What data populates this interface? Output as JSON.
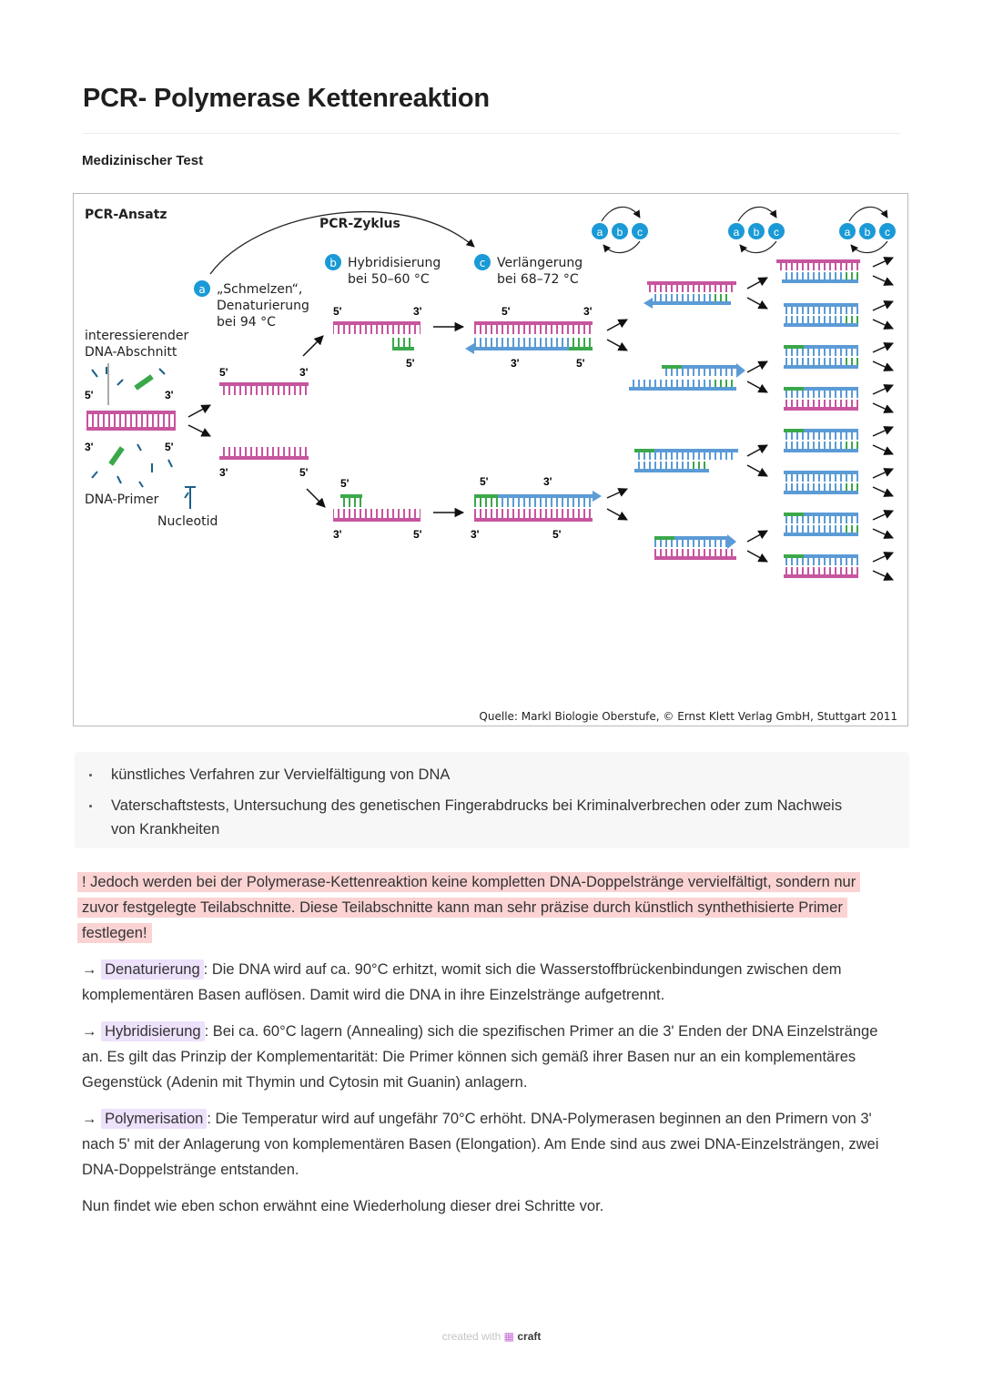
{
  "title": "PCR- Polymerase Kettenreaktion",
  "subtitle": "Medizinischer Test",
  "figure": {
    "ansatz_label": "PCR-Ansatz",
    "zyklus_label": "PCR-Zyklus",
    "interest_line1": "interessierender",
    "interest_line2": "DNA-Abschnitt",
    "primer_label": "DNA-Primer",
    "nucleotid_label": "Nucleotid",
    "step_a_letter": "a",
    "step_a_line1": "„Schmelzen“,",
    "step_a_line2": "Denaturierung",
    "step_a_line3": "bei 94 °C",
    "step_b_letter": "b",
    "step_b_line1": "Hybridisierung",
    "step_b_line2": "bei 50–60 °C",
    "step_c_letter": "c",
    "step_c_line1": "Verlängerung",
    "step_c_line2": "bei 68–72 °C",
    "end5": "5'",
    "end3": "3'",
    "source": "Quelle: Markl Biologie Oberstufe, © Ernst Klett Verlag GmbH, Stuttgart 2011",
    "colors": {
      "template": "#c7559e",
      "primer": "#3aa84a",
      "new_strand": "#5b9bd6",
      "badge": "#1a9ad6"
    }
  },
  "bullets": [
    "künstliches Verfahren zur Vervielfältigung von DNA",
    "Vaterschaftstests, Untersuchung des genetischen Fingerabdrucks bei Kriminalverbrechen oder zum Nachweis von Krankheiten"
  ],
  "warning": "! Jedoch werden bei der Polymerase-Kettenreaktion keine kompletten DNA-Doppelstränge vervielfältigt, sondern nur zuvor festgelegte Teilabschnitte. Diese Teilabschnitte kann man sehr präzise durch künstlich synthethisierte Primer festlegen!",
  "steps": [
    {
      "arrow": "→",
      "term": "Denaturierung",
      "text": ": Die DNA wird auf ca. 90°C erhitzt, womit sich die Wasserstoffbrückenbindungen zwischen dem komplementären Basen auflösen. Damit wird die DNA in ihre Einzelstränge aufgetrennt."
    },
    {
      "arrow": "→",
      "term": "Hybridisierung",
      "text": ": Bei ca. 60°C lagern (Annealing) sich die spezifischen Primer an die 3' Enden der DNA Einzelstränge an. Es gilt das Prinzip der Komplementarität: Die Primer können sich gemäß ihrer Basen nur an ein komplementäres Gegenstück (Adenin mit Thymin und Cytosin mit Guanin) anlagern."
    },
    {
      "arrow": "→",
      "term": "Polymerisation",
      "text": ": Die Temperatur wird auf ungefähr 70°C erhöht. DNA-Polymerasen beginnen an den Primern von 3' nach 5' mit der Anlagerung von komplementären Basen (Elongation). Am Ende sind aus zwei DNA-Einzelsträngen, zwei DNA-Doppelstränge entstanden."
    }
  ],
  "closing": "Nun findet wie eben schon erwähnt eine Wiederholung dieser drei Schritte vor.",
  "footer": {
    "created": "created with",
    "brand": "craft"
  }
}
